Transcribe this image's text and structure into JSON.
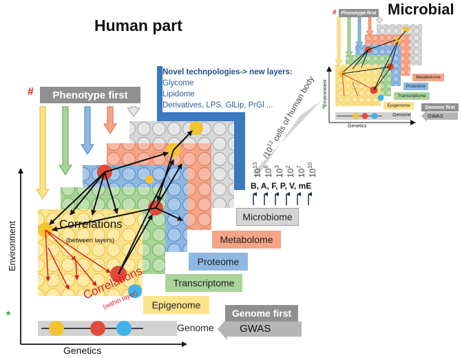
{
  "title_human": "Human part",
  "title_microbial": "Microbial",
  "novel": {
    "heading": "Novel technpologies-> new layers:",
    "items": [
      "Glycome",
      "Lipidome",
      "Derivatives, LPS, GlLip, PrGl ..."
    ]
  },
  "phenotype_first": "Phenotype first",
  "hash_mark": "#",
  "star_mark": "*",
  "genome_first": "Genome first",
  "gwas": "GWAS",
  "axes": {
    "x": "Genetics",
    "y": "Environment"
  },
  "layers": {
    "microbiome": "Microbiome",
    "metabolome": "Metabolome",
    "proteome": "Proteome",
    "transcriptome": "Transcriptome",
    "epigenome": "Epigenome",
    "genome": "Genome"
  },
  "correlations_between": {
    "main": "Correlations",
    "sub": "(between layers)"
  },
  "correlations_within": {
    "main": "Correlations",
    "sub": "(within layer)"
  },
  "cells_text": "/10",
  "cells_exp": "13",
  "cells_suffix": " cells of human body",
  "scales": [
    {
      "base": "10",
      "exp": "13"
    },
    {
      "base": "10",
      "exp": "6"
    },
    {
      "base": "10",
      "exp": "3"
    },
    {
      "base": "10",
      "exp": "2"
    },
    {
      "base": "10",
      "exp": "7"
    },
    {
      "base": "10",
      "exp": "10"
    }
  ],
  "organism_codes": "B, A, F, P, V, mE",
  "colors": {
    "yellow": "#fde38a",
    "green": "#a9d49a",
    "blue": "#8fb8e0",
    "salmon": "#f4a487",
    "gray": "#d0d0d0",
    "dark_blue": "#3a78c0",
    "red": "#e04a3a",
    "gold": "#f4c430",
    "cyan": "#3fb4ea",
    "arrow_red": "#d61f1f"
  }
}
